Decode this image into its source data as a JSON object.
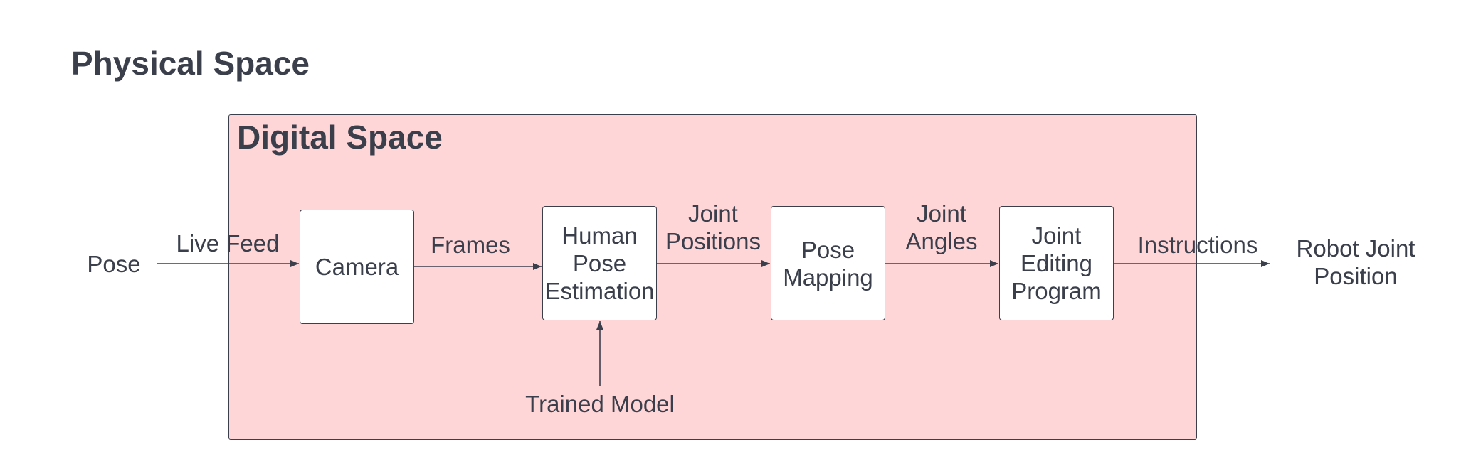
{
  "titles": {
    "physical": "Physical Space",
    "digital": "Digital Space"
  },
  "nodes": {
    "camera": "Camera",
    "human_pose_estimation": "Human\nPose\nEstimation",
    "pose_mapping": "Pose\nMapping",
    "joint_editing_program": "Joint\nEditing\nProgram"
  },
  "labels": {
    "pose": "Pose",
    "live_feed": "Live Feed",
    "frames": "Frames",
    "joint_positions": "Joint\nPositions",
    "joint_angles": "Joint\nAngles",
    "instructions": "Instructions",
    "robot_joint_position": "Robot Joint\nPosition",
    "trained_model": "Trained Model"
  },
  "colors": {
    "digital_fill": "#ffd6d8",
    "stroke": "#3a3f4b",
    "text": "#3a3f4b"
  }
}
